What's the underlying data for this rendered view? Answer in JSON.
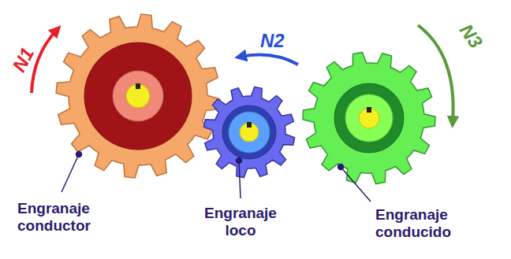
{
  "diagram": {
    "labels": [
      "N1",
      "N2",
      "N3",
      "Engranaje conductor",
      "Engranaje loco",
      "Engranaje conducido"
    ]
  }
}
